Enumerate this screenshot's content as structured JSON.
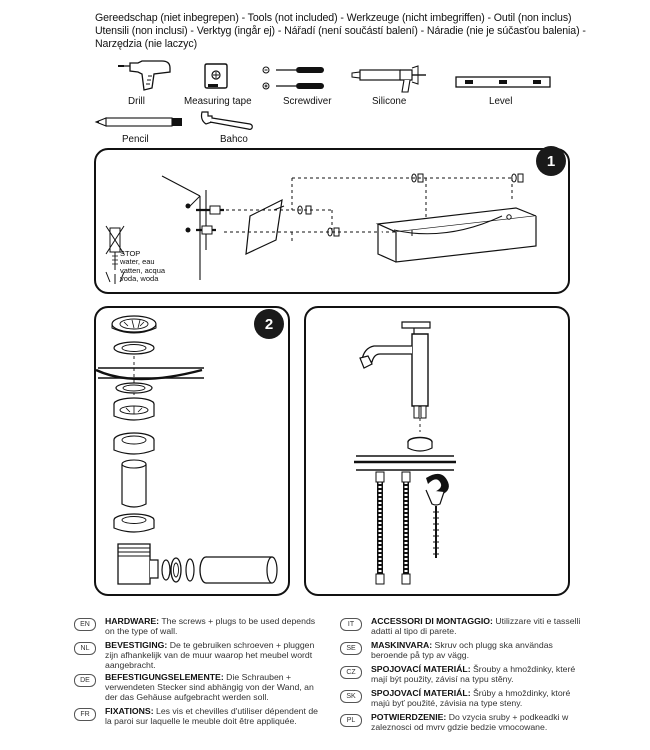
{
  "header": {
    "line1": "Gereedschap (niet inbegrepen) - Tools (not included) -  Werkzeuge (nicht imbegriffen) - Outil (non inclus)",
    "line2": "Utensili (non inclusi) - Verktyg (ingår ej) - Nářadí (není součástí balení) - Náradie (nie je súčasťou balenia) -",
    "line3": "Narzędzia (nie laczyc)"
  },
  "tools": {
    "drill": "Drill",
    "measuring_tape": "Measuring tape",
    "screwdriver": "Screwdiver",
    "silicone": "Silicone",
    "level": "Level",
    "pencil": "Pencil",
    "bahco": "Bahco"
  },
  "panels": {
    "step1": "1",
    "step2": "2"
  },
  "stop_warning": {
    "title": "STOP",
    "line1": "water, eau",
    "line2": "vatten, acqua",
    "line3": "voda, woda"
  },
  "notes": [
    {
      "code": "EN",
      "label": "HARDWARE:",
      "text": " The screws + plugs to be used depends on the type of wall."
    },
    {
      "code": "NL",
      "label": "BEVESTIGING:",
      "text": " De te gebruiken schroeven + pluggen zijn afhankelijk van de muur waarop het meubel wordt aangebracht."
    },
    {
      "code": "DE",
      "label": "BEFESTIGUNGSELEMENTE:",
      "text": " Die Schrauben + verwendeten Stecker sind abhängig von der Wand, an der das Gehäuse aufgebracht werden soll."
    },
    {
      "code": "FR",
      "label": "FIXATIONS:",
      "text": " Les vis et chevilles d'utiliser dépendent de la paroi sur laquelle le meuble doit être appliquée."
    },
    {
      "code": "IT",
      "label": "ACCESSORI DI MONTAGGIO:",
      "text": " Utilizzare viti e tasselli adatti al tipo di parete."
    },
    {
      "code": "SE",
      "label": "MASKINVARA:",
      "text": " Skruv och plugg ska användas beroende på typ av vägg."
    },
    {
      "code": "CZ",
      "label": "SPOJOVACÍ MATERIÁL:",
      "text": " Šrouby a hmoždinky, které mají být použity, závisí na typu stěny."
    },
    {
      "code": "SK",
      "label": "SPOJOVACÍ MATERIÁL:",
      "text": " Šrúby a hmoždinky, ktoré majú byť použité, závisia na type steny."
    },
    {
      "code": "PL",
      "label": "POTWIERDZENIE:",
      "text": " Do vzycia sruby + podkeadki w zaleznosci od mvrv gdzie bedzie vmocowane."
    }
  ]
}
